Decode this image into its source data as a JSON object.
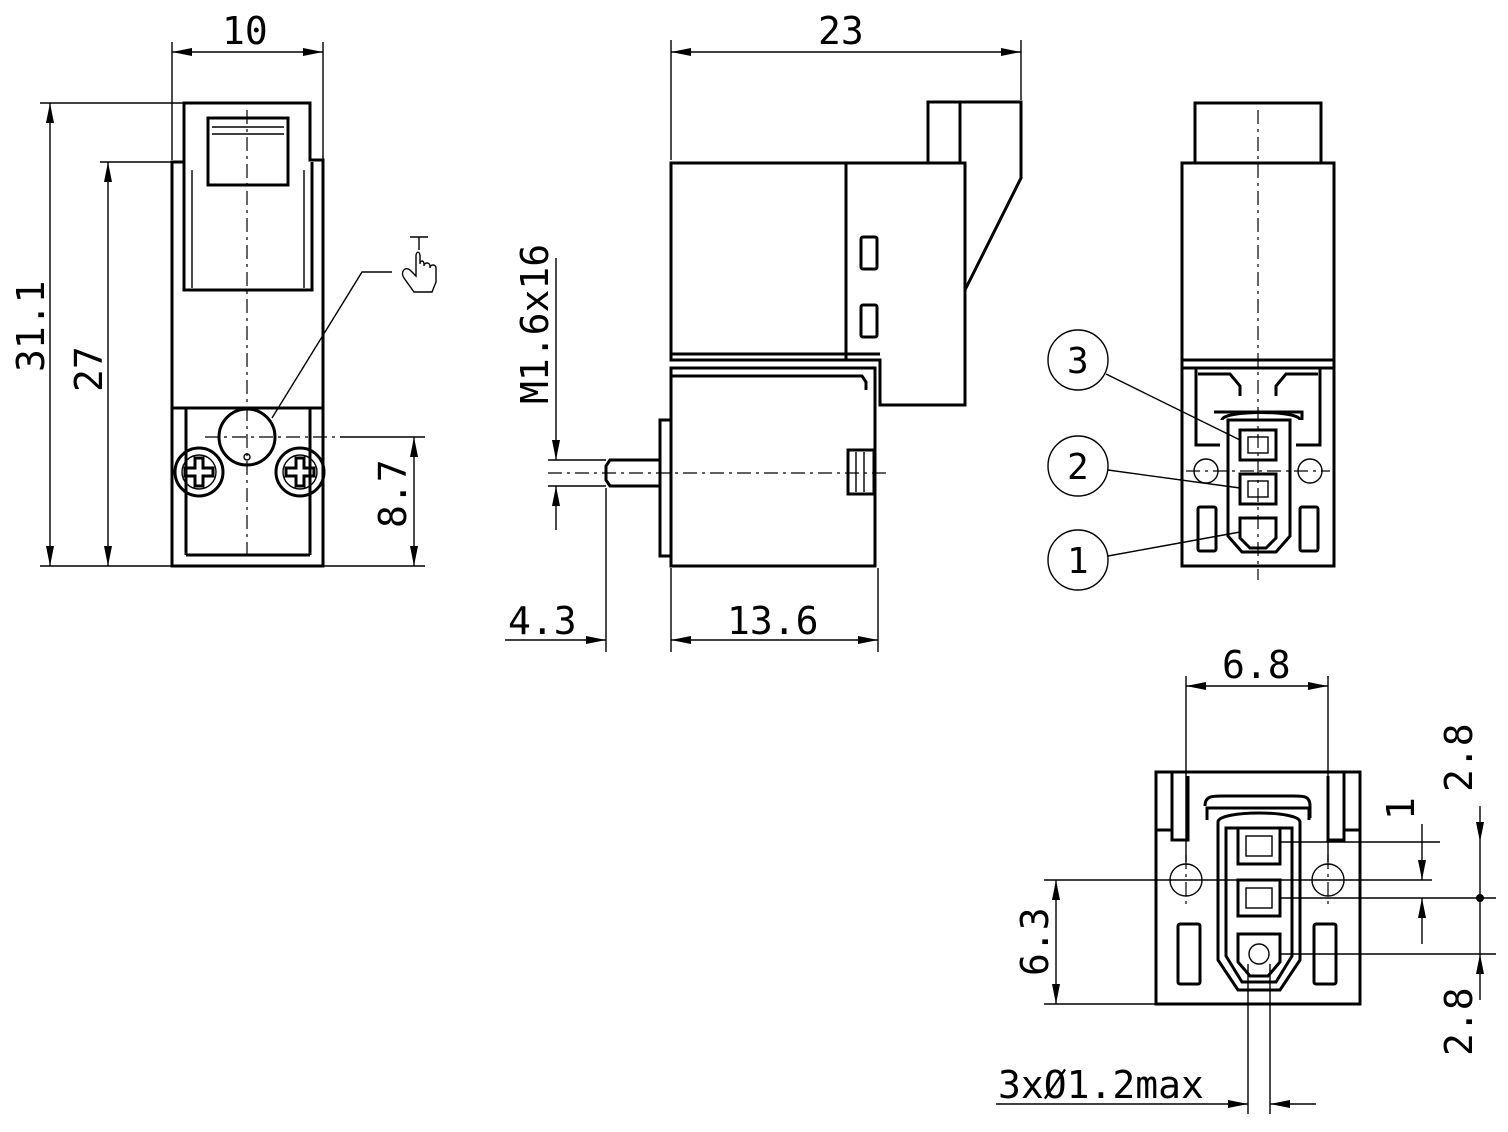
{
  "dimensions": {
    "width_10": "10",
    "height_31_1": "31.1",
    "height_27": "27",
    "height_8_7": "8.7",
    "length_23": "23",
    "thread_m1_6x16": "M1.6x16",
    "length_4_3": "4.3",
    "length_13_6": "13.6",
    "pitch_6_8": "6.8",
    "spacing_2_8_top": "2.8",
    "spacing_1": "1",
    "height_6_3": "6.3",
    "spacing_2_8_bottom": "2.8",
    "pin_diameter": "3xØ1.2max"
  },
  "callouts": {
    "pin_3": "3",
    "pin_2": "2",
    "pin_1": "1"
  },
  "icons": {
    "manual_override": "hand-pointer-icon"
  },
  "colors": {
    "line": "#000000",
    "background": "#ffffff"
  }
}
